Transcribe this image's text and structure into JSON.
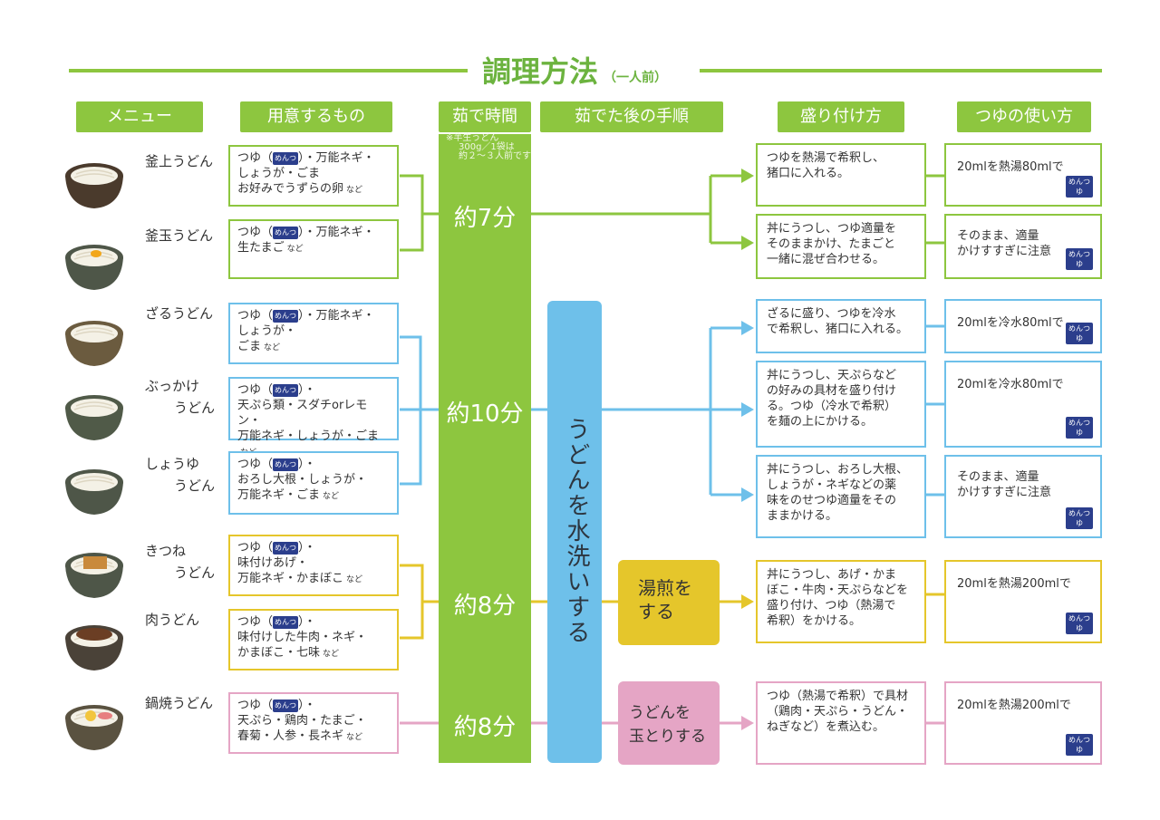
{
  "title": "調理方法",
  "title_sub": "（一人前）",
  "headers": {
    "menu": "メニュー",
    "prep": "用意するもの",
    "boil": "茹で時間",
    "after": "茹でた後の手順",
    "serve": "盛り付け方",
    "tsuyu": "つゆの使い方"
  },
  "boil_note": [
    "※半生うどん",
    "300g／1袋は",
    "約２〜３人前です"
  ],
  "tsuyu_icon": "めんつゆ",
  "menus": [
    {
      "name": "釜上うどん"
    },
    {
      "name": "釜玉うどん"
    },
    {
      "name": "ざるうどん"
    },
    {
      "name": "ぶっかけ",
      "name2": "うどん"
    },
    {
      "name": "しょうゆ",
      "name2": "うどん"
    },
    {
      "name": "きつね",
      "name2": "うどん"
    },
    {
      "name": "肉うどん"
    },
    {
      "name": "鍋焼うどん"
    }
  ],
  "prep": [
    {
      "pre": "つゆ（",
      "post": "）・万能ネギ・",
      "lines": [
        "しょうが・ごま"
      ],
      "last": "お好みでうずらの卵",
      "nado": "など"
    },
    {
      "pre": "つゆ（",
      "post": "）・万能ネギ・",
      "lines": [],
      "last": "生たまご",
      "nado": "など"
    },
    {
      "pre": "つゆ（",
      "post": "）・万能ネギ・",
      "lines": [
        "しょうが・"
      ],
      "last": "ごま",
      "nado": "など"
    },
    {
      "pre": "つゆ（",
      "post": "）・",
      "lines": [
        "天ぷら類・スダチorレモン・"
      ],
      "last": "万能ネギ・しょうが・ごま",
      "nado": "など"
    },
    {
      "pre": "つゆ（",
      "post": "）・",
      "lines": [
        "おろし大根・しょうが・"
      ],
      "last": "万能ネギ・ごま",
      "nado": "など"
    },
    {
      "pre": "つゆ（",
      "post": "）・",
      "lines": [
        "味付けあげ・"
      ],
      "last": "万能ネギ・かまぼこ",
      "nado": "など"
    },
    {
      "pre": "つゆ（",
      "post": "）・",
      "lines": [
        "味付けした牛肉・ネギ・"
      ],
      "last": "かまぼこ・七味",
      "nado": "など"
    },
    {
      "pre": "つゆ（",
      "post": "）・",
      "lines": [
        "天ぷら・鶏肉・たまご・"
      ],
      "last": "春菊・人参・長ネギ",
      "nado": "など"
    }
  ],
  "boil_times": [
    "約7分",
    "約10分",
    "約8分",
    "約8分"
  ],
  "steps": {
    "wash": "うどんを水洗いする",
    "yusen": [
      "湯煎を",
      "する"
    ],
    "tama": [
      "うどんを",
      "玉とりする"
    ]
  },
  "serve": [
    [
      "つゆを熱湯で希釈し、",
      "猪口に入れる。"
    ],
    [
      "丼にうつし、つゆ適量を",
      "そのままかけ、たまごと",
      "一緒に混ぜ合わせる。"
    ],
    [
      "ざるに盛り、つゆを冷水",
      "で希釈し、猪口に入れる。"
    ],
    [
      "丼にうつし、天ぷらなど",
      "の好みの具材を盛り付け",
      "る。つゆ（冷水で希釈）",
      "を麺の上にかける。"
    ],
    [
      "丼にうつし、おろし大根、",
      "しょうが・ネギなどの薬",
      "味をのせつゆ適量をその",
      "ままかける。"
    ],
    [
      "丼にうつし、あげ・かま",
      "ぼこ・牛肉・天ぷらなどを",
      "盛り付け、つゆ（熱湯で",
      "希釈）をかける。"
    ],
    [
      "つゆ（熱湯で希釈）で具材",
      "（鶏肉・天ぷら・うどん・",
      "ねぎなど）を煮込む。"
    ]
  ],
  "tsuyu": [
    [
      "20mlを熱湯80mlで"
    ],
    [
      "そのまま、適量",
      "かけすすぎに注意"
    ],
    [
      "20mlを冷水80mlで"
    ],
    [
      "20mlを冷水80mlで"
    ],
    [
      "そのまま、適量",
      "かけすすぎに注意"
    ],
    [
      "20mlを熱湯200mlで"
    ],
    [
      "20mlを熱湯200mlで"
    ]
  ],
  "colors": {
    "green": "#8dc63f",
    "blue": "#6ec0ea",
    "yellow": "#e5c62b",
    "pink": "#e5a5c5",
    "icon": "#2b3e8c"
  }
}
